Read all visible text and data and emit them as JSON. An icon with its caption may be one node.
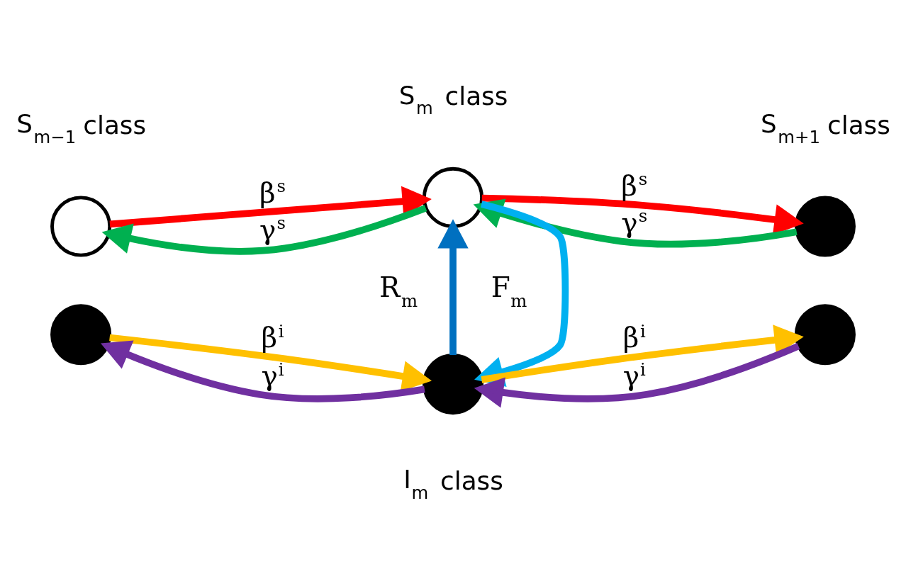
{
  "diagram": {
    "nodes": [
      {
        "text": [],
        "shape": "circle",
        "beside": [
          "S$_{m−1}$ class"
        ]
      },
      {
        "text": [],
        "shape": "circle",
        "beside": [
          "S$_{m}$ class"
        ]
      },
      {
        "text": [],
        "shape": "circle",
        "beside": [
          "S$_{m+1}$ class"
        ]
      },
      {
        "text": [],
        "shape": "circle"
      },
      {
        "text": [],
        "shape": "circle",
        "beside": [
          "I$_{m}$ class"
        ]
      },
      {
        "text": [],
        "shape": "circle"
      }
    ],
    "edges": [
      {
        "from": 0,
        "to": 1,
        "arrow": "to",
        "label": "β$^{s}$",
        "color": "#ff0000"
      },
      {
        "from": 1,
        "to": 0,
        "arrow": "to",
        "label": "γ$^{s}$",
        "color": "#00b050"
      },
      {
        "from": 1,
        "to": 2,
        "arrow": "to",
        "label": "β$^{s}$",
        "color": "#ff0000"
      },
      {
        "from": 2,
        "to": 1,
        "arrow": "to",
        "label": "γ$^{s}$",
        "color": "#00b050"
      },
      {
        "from": 4,
        "to": 1,
        "arrow": "to",
        "label": "R$_{m}$",
        "color": "#0070c0"
      },
      {
        "from": 1,
        "to": 4,
        "arrow": "to",
        "label": "F$_{m}$",
        "color": "#00b0f0"
      },
      {
        "from": 3,
        "to": 4,
        "arrow": "to",
        "label": "β$^{i}$",
        "color": "#ffc000"
      },
      {
        "from": 4,
        "to": 3,
        "arrow": "to",
        "label": "γ$^{i}$",
        "color": "#7030a0"
      },
      {
        "from": 4,
        "to": 5,
        "arrow": "to",
        "label": "β$^{i}$",
        "color": "#ffc000"
      },
      {
        "from": 5,
        "to": 4,
        "arrow": "to",
        "label": "γ$^{i}$",
        "color": "#7030a0"
      }
    ]
  }
}
